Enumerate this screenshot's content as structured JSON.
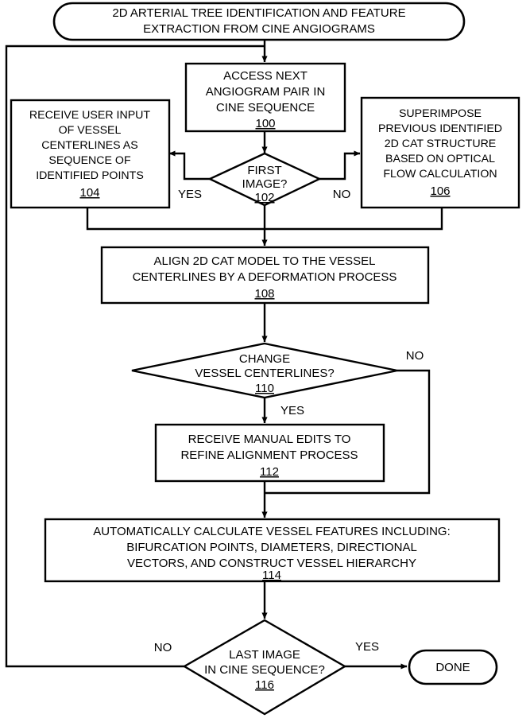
{
  "diagram": {
    "title_node": {
      "id": "title",
      "shape": "rounded-terminator",
      "lines": [
        "2D ARTERIAL TREE IDENTIFICATION AND FEATURE",
        "EXTRACTION FROM CINE ANGIOGRAMS"
      ]
    },
    "nodes": [
      {
        "id": "n100",
        "shape": "process",
        "lines": [
          "ACCESS NEXT",
          "ANGIOGRAM PAIR IN",
          "CINE SEQUENCE"
        ],
        "ref": "100"
      },
      {
        "id": "n102",
        "shape": "decision",
        "lines": [
          "FIRST",
          "IMAGE?"
        ],
        "ref": "102"
      },
      {
        "id": "n104",
        "shape": "process",
        "lines": [
          "RECEIVE USER INPUT",
          "OF VESSEL",
          "CENTERLINES AS",
          "SEQUENCE OF",
          "IDENTIFIED POINTS"
        ],
        "ref": "104"
      },
      {
        "id": "n106",
        "shape": "process",
        "lines": [
          "SUPERIMPOSE",
          "PREVIOUS IDENTIFIED",
          "2D CAT STRUCTURE",
          "BASED ON OPTICAL",
          "FLOW CALCULATION"
        ],
        "ref": "106"
      },
      {
        "id": "n108",
        "shape": "process",
        "lines": [
          "ALIGN 2D CAT MODEL TO THE VESSEL",
          "CENTERLINES BY A DEFORMATION PROCESS"
        ],
        "ref": "108"
      },
      {
        "id": "n110",
        "shape": "decision",
        "lines": [
          "CHANGE",
          "VESSEL CENTERLINES?"
        ],
        "ref": "110"
      },
      {
        "id": "n112",
        "shape": "process",
        "lines": [
          "RECEIVE MANUAL EDITS TO",
          "REFINE ALIGNMENT PROCESS"
        ],
        "ref": "112"
      },
      {
        "id": "n114",
        "shape": "process",
        "lines": [
          "AUTOMATICALLY CALCULATE VESSEL FEATURES INCLUDING:",
          "BIFURCATION POINTS, DIAMETERS, DIRECTIONAL",
          "VECTORS, AND CONSTRUCT VESSEL HIERARCHY"
        ],
        "ref": "114"
      },
      {
        "id": "n116",
        "shape": "decision",
        "lines": [
          "LAST IMAGE",
          "IN CINE SEQUENCE?"
        ],
        "ref": "116"
      },
      {
        "id": "ndone",
        "shape": "rounded-terminator",
        "lines": [
          "DONE"
        ],
        "ref": ""
      }
    ],
    "edge_labels": [
      {
        "id": "lbl-102-yes",
        "text": "YES"
      },
      {
        "id": "lbl-102-no",
        "text": "NO"
      },
      {
        "id": "lbl-110-yes",
        "text": "YES"
      },
      {
        "id": "lbl-110-no",
        "text": "NO"
      },
      {
        "id": "lbl-116-no",
        "text": "NO"
      },
      {
        "id": "lbl-116-yes",
        "text": "YES"
      }
    ],
    "colors": {
      "stroke": "#000000",
      "fill": "#ffffff",
      "background": "#ffffff"
    }
  }
}
